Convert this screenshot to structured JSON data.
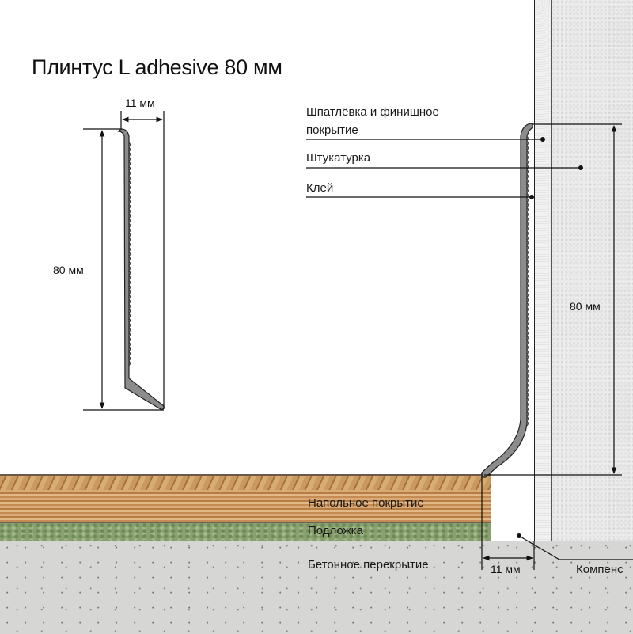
{
  "title": "Плинтус L adhesive 80 мм",
  "profile_drawing": {
    "width_dimension": "11 мм",
    "height_dimension": "80 мм"
  },
  "section_drawing": {
    "height_dimension": "80 мм",
    "gap_dimension": "11 мм",
    "wall_layers": [
      {
        "label_line1": "Шпатлёвка и финишное",
        "label_line2": "покрытие"
      },
      {
        "label_line1": "Штукатурка"
      },
      {
        "label_line1": "Клей"
      }
    ],
    "floor_layers": [
      {
        "label": "Напольное покрытие"
      },
      {
        "label": "Подложка"
      },
      {
        "label": "Бетонное перекрытие"
      }
    ],
    "gap_label": "Компенс"
  },
  "colors": {
    "profile_fill": "#8c8c8c",
    "line": "#111111",
    "wood": "#c9995f",
    "underlay": "#8aa070",
    "concrete": "#d6d6d4",
    "plaster": "#ececec"
  }
}
